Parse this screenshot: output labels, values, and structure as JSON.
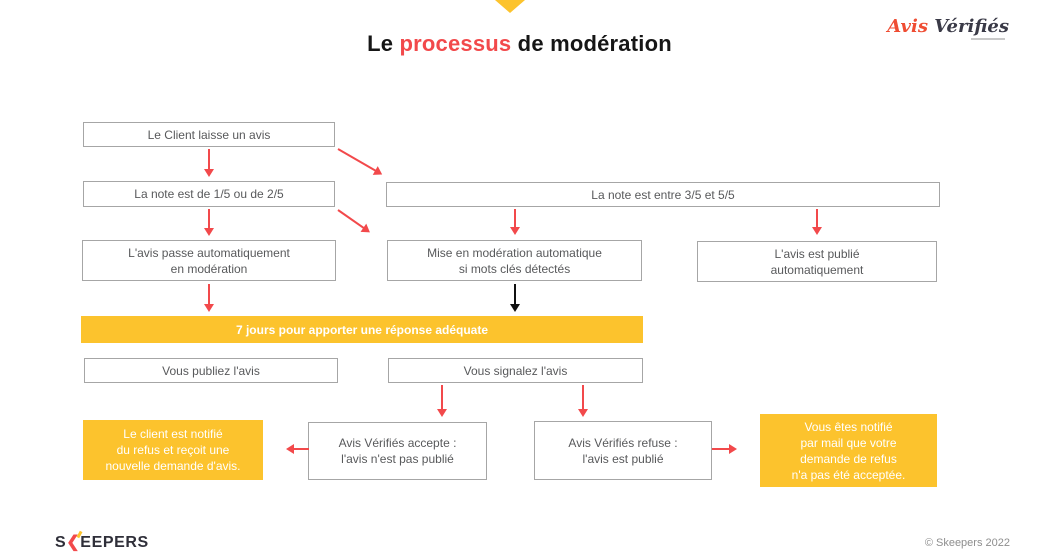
{
  "header": {
    "title": {
      "prefix": "Le ",
      "highlight": "processus",
      "suffix": " de modération"
    },
    "logo": {
      "word1": "Avis",
      "word2": "Vérifiés"
    }
  },
  "flowchart": {
    "nodes": {
      "client_review": {
        "label": "Le Client laisse un avis"
      },
      "low_rating": {
        "label": "La note est de 1/5 ou de 2/5"
      },
      "high_rating": {
        "label": "La note est entre 3/5 et 5/5"
      },
      "auto_moderation": {
        "label": "L'avis passe automatiquement\nen modération"
      },
      "keyword_moderation": {
        "label": "Mise en modération automatique\nsi mots clés détectés"
      },
      "auto_publish": {
        "label": "L'avis est publié\nautomatiquement"
      },
      "seven_days": {
        "label": "7 jours pour apporter une réponse adéquate"
      },
      "publish_review": {
        "label": "Vous publiez l'avis"
      },
      "report_review": {
        "label": "Vous signalez l'avis"
      },
      "client_notified": {
        "label": "Le client est notifié\ndu refus et reçoit une\nnouvelle demande d'avis."
      },
      "av_accepts": {
        "label": "Avis Vérifiés accepte :\nl'avis n'est pas publié"
      },
      "av_refuses": {
        "label": "Avis Vérifiés refuse :\nl'avis est publié"
      },
      "you_notified": {
        "label": "Vous êtes notifié\npar mail que votre\ndemande de refus\nn'a pas été acceptée."
      }
    },
    "edges": [
      {
        "from": "client_review",
        "to": "low_rating",
        "color": "red"
      },
      {
        "from": "client_review",
        "to": "high_rating",
        "color": "red"
      },
      {
        "from": "low_rating",
        "to": "auto_moderation",
        "color": "red"
      },
      {
        "from": "low_rating",
        "to": "keyword_moderation",
        "color": "red"
      },
      {
        "from": "high_rating",
        "to": "keyword_moderation",
        "color": "red"
      },
      {
        "from": "high_rating",
        "to": "auto_publish",
        "color": "red"
      },
      {
        "from": "auto_moderation",
        "to": "seven_days",
        "color": "red"
      },
      {
        "from": "keyword_moderation",
        "to": "seven_days",
        "color": "black"
      },
      {
        "from": "report_review",
        "to": "av_accepts",
        "color": "red"
      },
      {
        "from": "report_review",
        "to": "av_refuses",
        "color": "red"
      },
      {
        "from": "av_accepts",
        "to": "client_notified",
        "color": "red"
      },
      {
        "from": "av_refuses",
        "to": "you_notified",
        "color": "red"
      }
    ]
  },
  "footer": {
    "skeepers_logo": {
      "prefix": "S",
      "chevron": "❮",
      "suffix": "EEPERS"
    },
    "copyright": "© Skeepers 2022"
  },
  "colors": {
    "accent_red": "#f2494b",
    "accent_yellow": "#fcc32d",
    "box_border": "#a6a6a6",
    "box_text": "#58595b",
    "black_arrow": "#111111"
  }
}
